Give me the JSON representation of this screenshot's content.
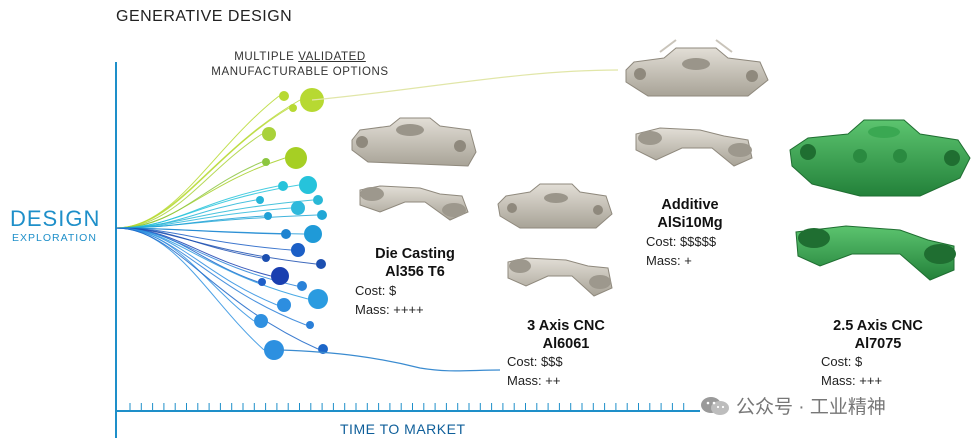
{
  "header": {
    "title": "GENERATIVE DESIGN"
  },
  "subtitle": {
    "line1_prefix": "MULTIPLE ",
    "line1_underlined": "VALIDATED",
    "line2": "MANUFACTURABLE OPTIONS"
  },
  "axis": {
    "y_label_main": "DESIGN",
    "y_label_sub": "EXPLORATION",
    "x_label": "TIME TO MARKET"
  },
  "options": [
    {
      "process": "Die Casting",
      "material": "Al356 T6",
      "cost": "Cost: $",
      "mass": "Mass: ++++"
    },
    {
      "process": "3 Axis CNC",
      "material": "Al6061",
      "cost": "Cost: $$$",
      "mass": "Mass: ++"
    },
    {
      "process": "Additive",
      "material": "AlSi10Mg",
      "cost": "Cost: $$$$$",
      "mass": "Mass: +"
    },
    {
      "process": "2.5 Axis CNC",
      "material": "Al7075",
      "cost": "Cost: $",
      "mass": "Mass: +++"
    }
  ],
  "watermark": {
    "text": "公众号 · 工业精神",
    "icon": "wechat-icon"
  },
  "colors": {
    "axis": "#1e8fc9",
    "part_grey": "#bdb8ae",
    "part_green": "#2f9e4c",
    "branch_green": "#8cc63f",
    "branch_cyan": "#26b5d8",
    "branch_blue": "#1c4fb0"
  }
}
